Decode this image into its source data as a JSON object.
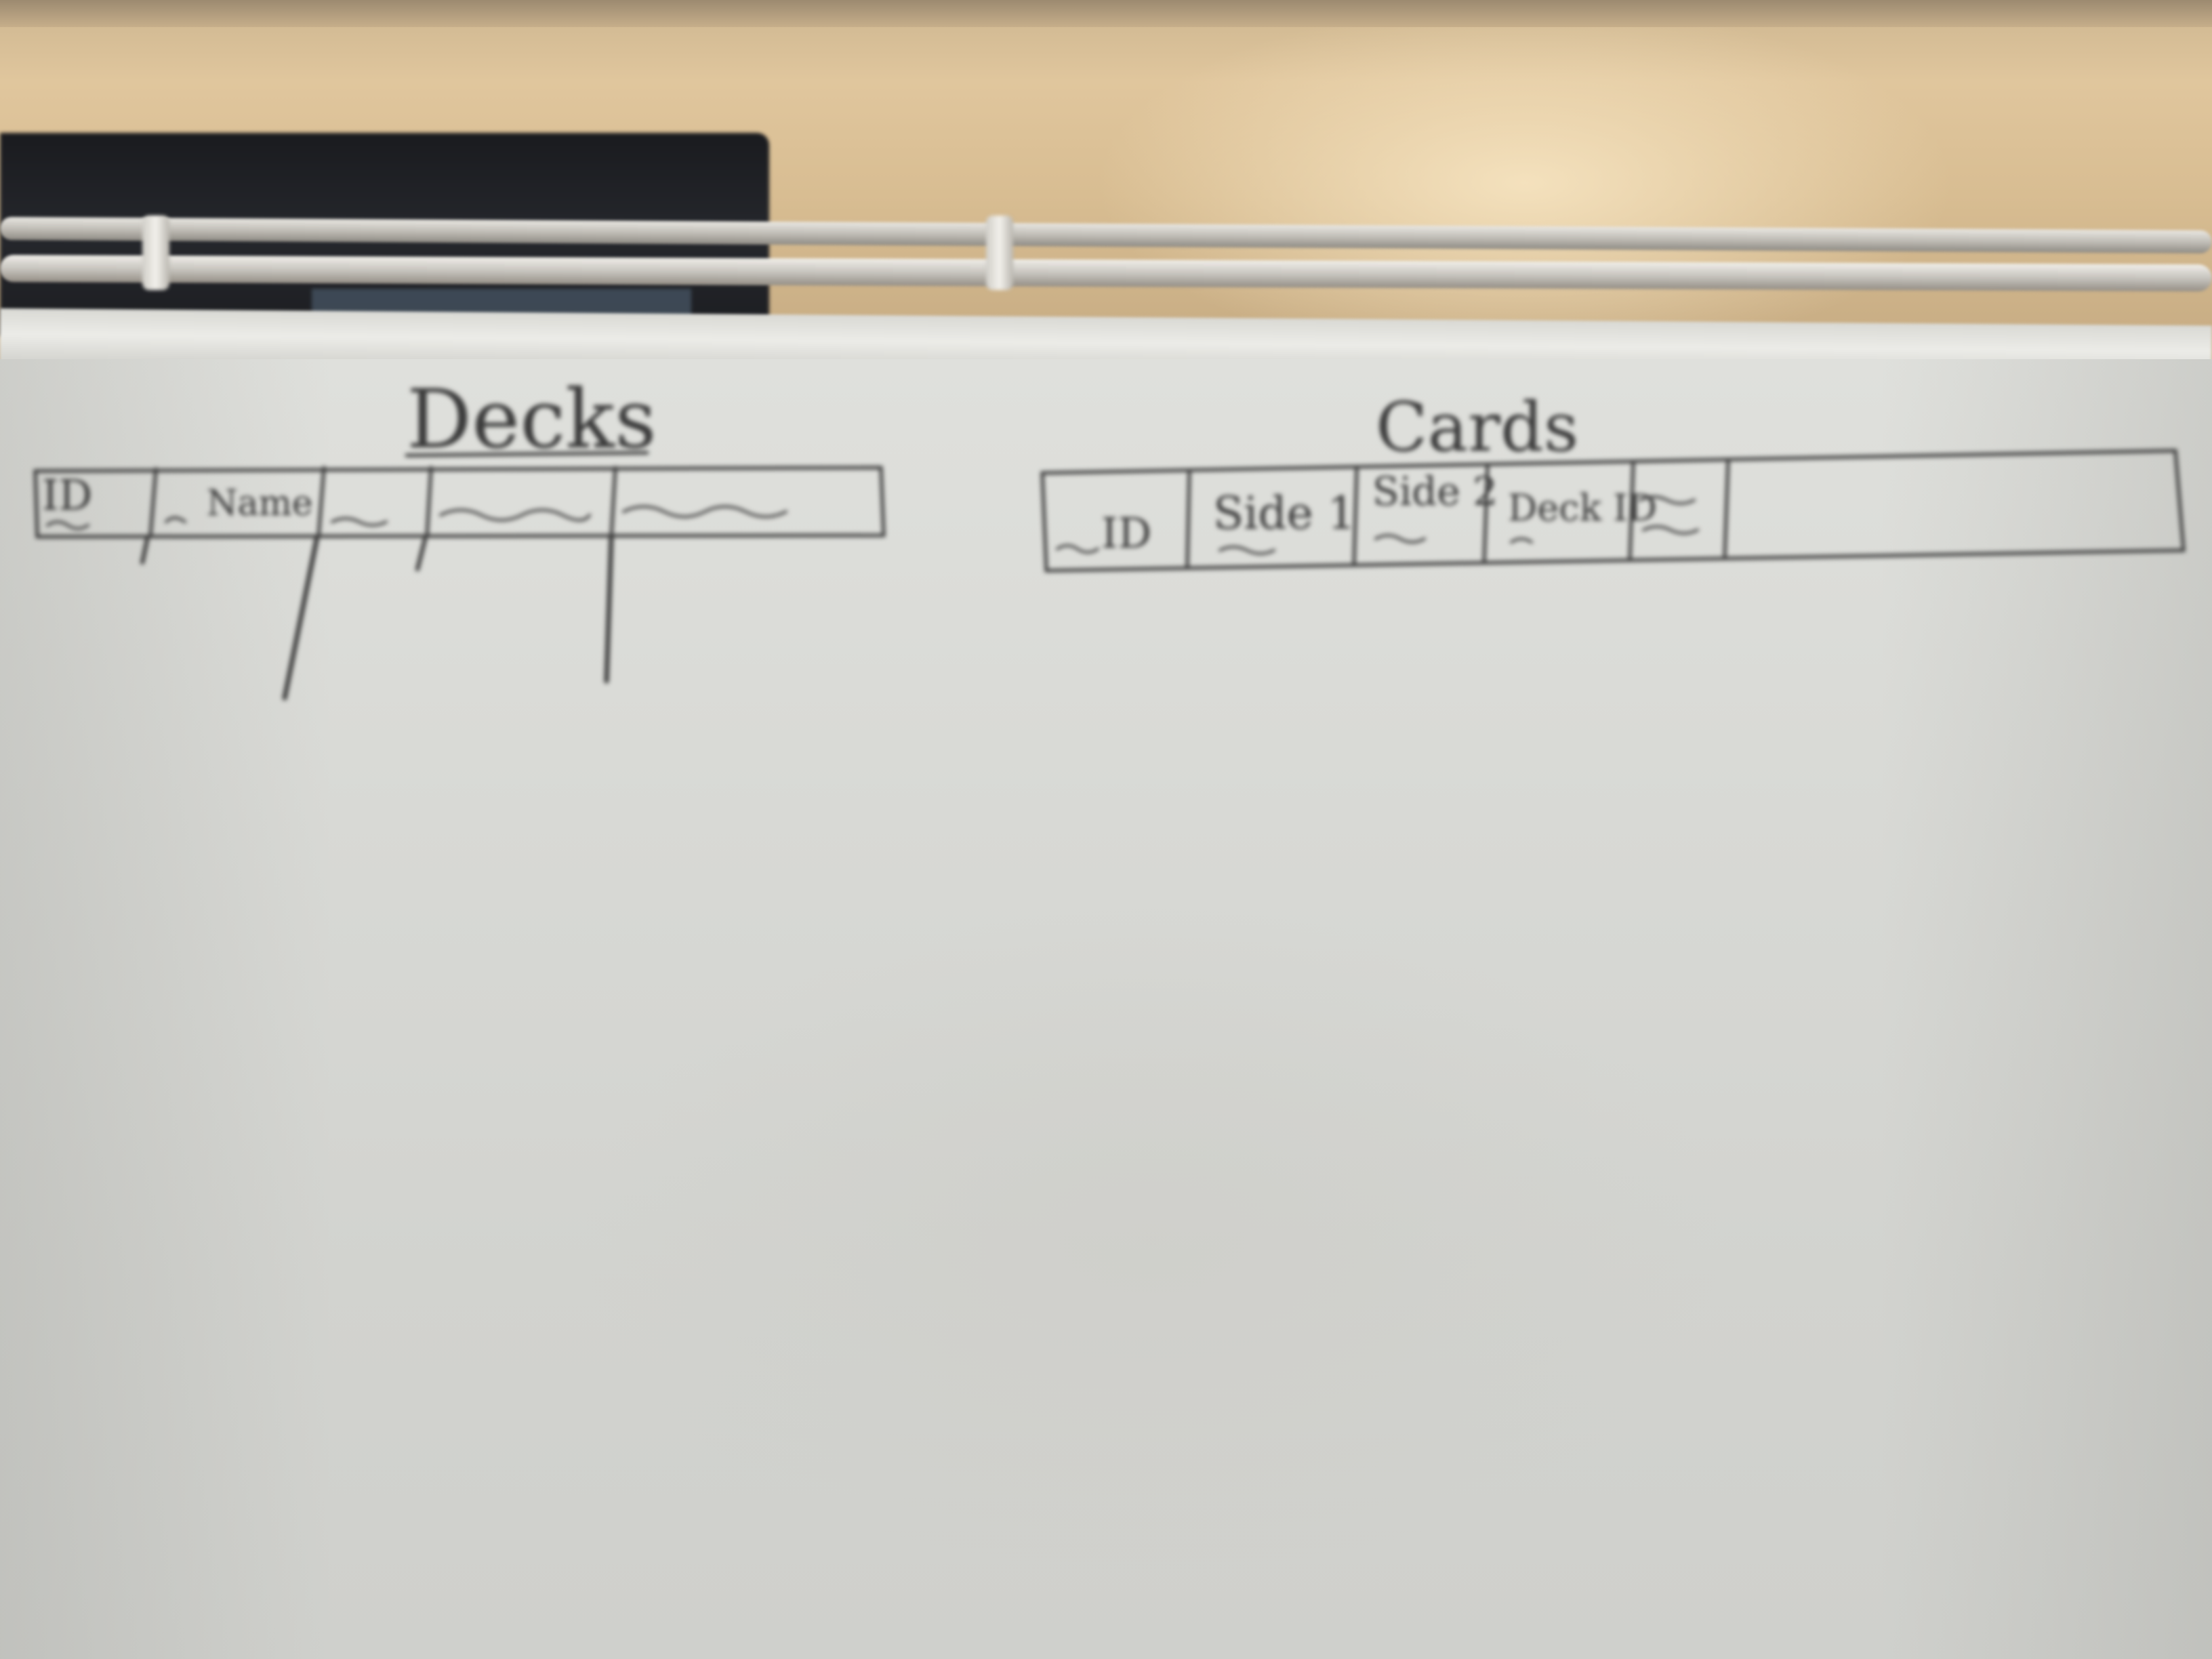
{
  "whiteboard": {
    "decks": {
      "title": "Decks",
      "columns": [
        "ID",
        "Name",
        "",
        "",
        ""
      ]
    },
    "cards": {
      "title": "Cards",
      "columns": [
        "ID",
        "Side 1",
        "Side 2",
        "Deck ID",
        "",
        ""
      ]
    }
  }
}
